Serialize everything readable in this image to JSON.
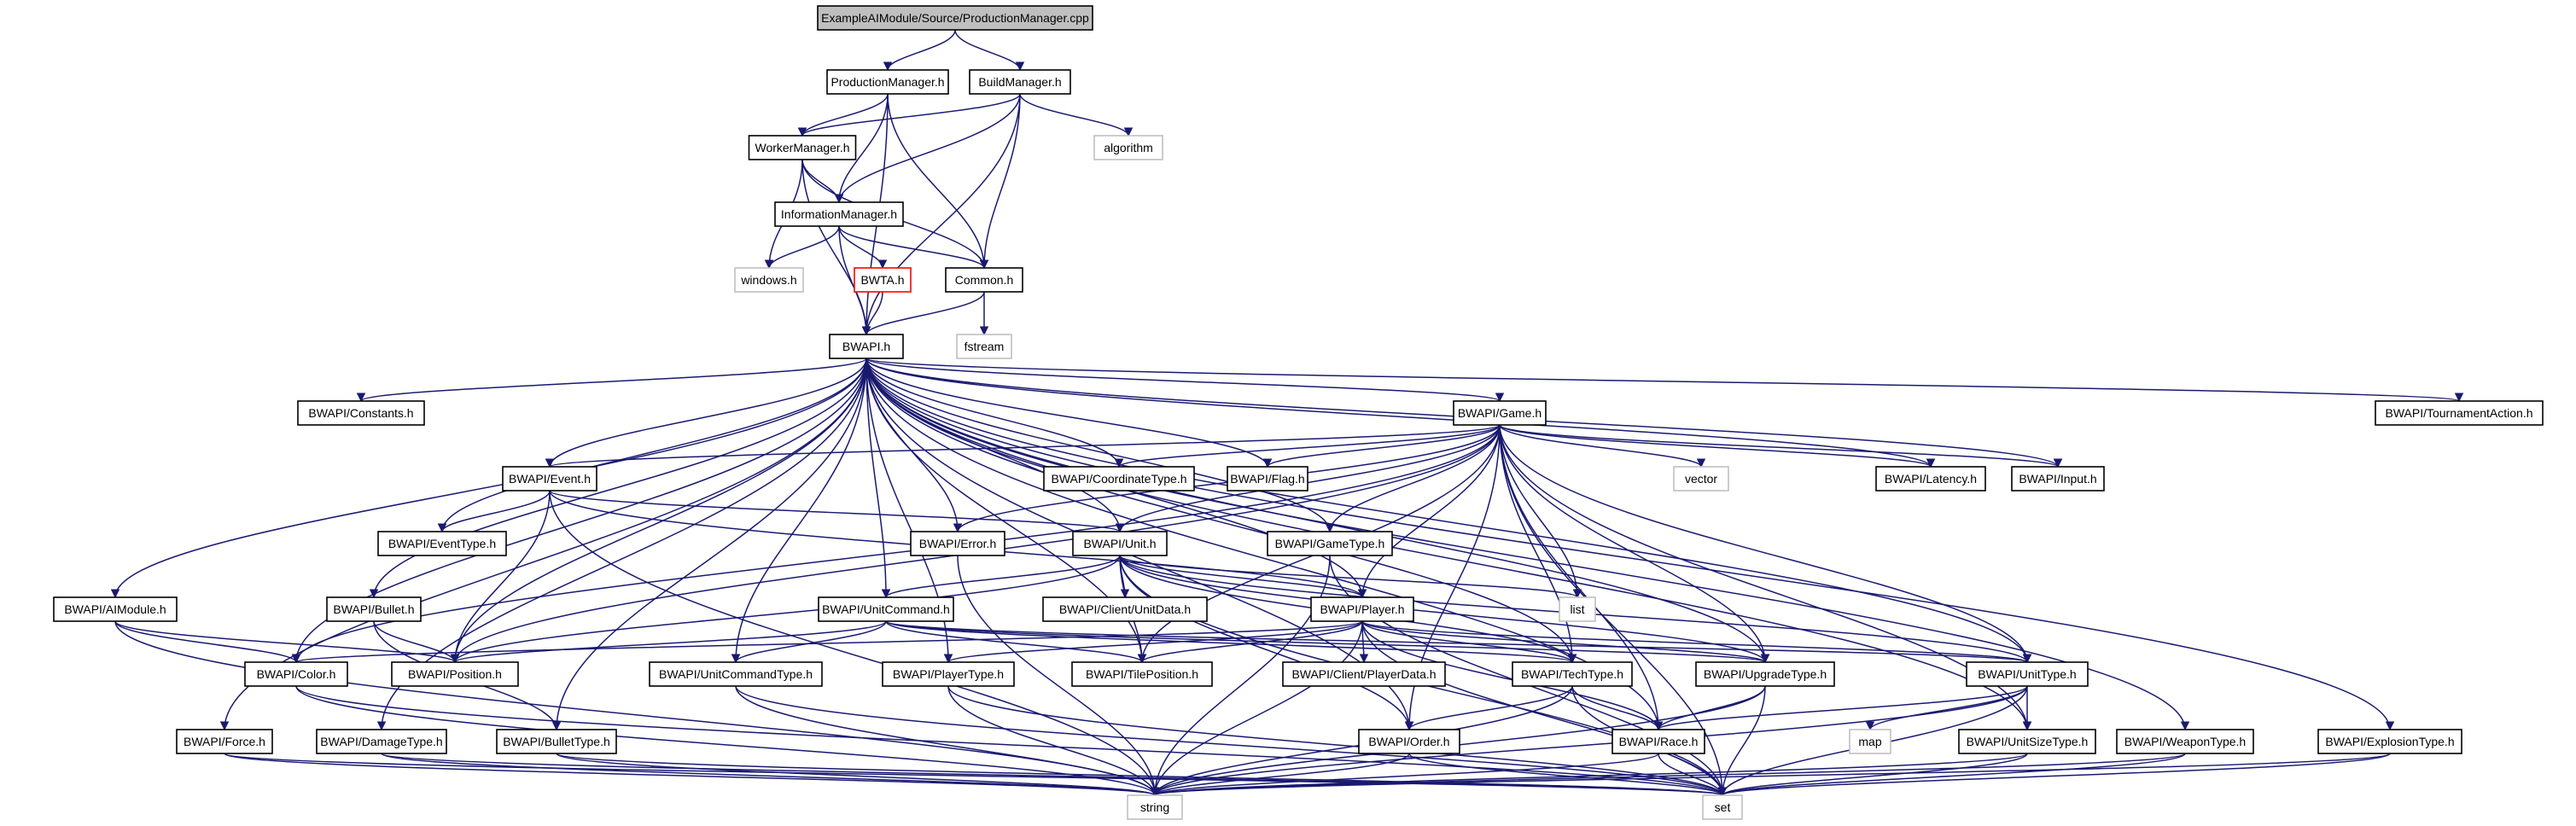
{
  "colors": {
    "edge": "#191970",
    "node_border": "#000000",
    "node_fill": "#ffffff",
    "root_fill": "#bfbfbf",
    "external_border": "#bfbfbf",
    "red_border": "#ff0000",
    "text": "#000000"
  },
  "nodes": [
    {
      "id": "root",
      "label": "ExampleAIModule/Source/ProductionManager.cpp",
      "style": "root"
    },
    {
      "id": "prodmgr",
      "label": "ProductionManager.h",
      "style": "normal"
    },
    {
      "id": "buildmgr",
      "label": "BuildManager.h",
      "style": "normal"
    },
    {
      "id": "workermgr",
      "label": "WorkerManager.h",
      "style": "normal"
    },
    {
      "id": "algorithm",
      "label": "algorithm",
      "style": "external"
    },
    {
      "id": "infomgr",
      "label": "InformationManager.h",
      "style": "normal"
    },
    {
      "id": "windows",
      "label": "windows.h",
      "style": "external"
    },
    {
      "id": "bwta",
      "label": "BWTA.h",
      "style": "red"
    },
    {
      "id": "common",
      "label": "Common.h",
      "style": "normal"
    },
    {
      "id": "fstream",
      "label": "fstream",
      "style": "external"
    },
    {
      "id": "bwapi",
      "label": "BWAPI.h",
      "style": "normal"
    },
    {
      "id": "constants",
      "label": "BWAPI/Constants.h",
      "style": "normal"
    },
    {
      "id": "game",
      "label": "BWAPI/Game.h",
      "style": "normal"
    },
    {
      "id": "tournament",
      "label": "BWAPI/TournamentAction.h",
      "style": "normal"
    },
    {
      "id": "event",
      "label": "BWAPI/Event.h",
      "style": "normal"
    },
    {
      "id": "coordtype",
      "label": "BWAPI/CoordinateType.h",
      "style": "normal"
    },
    {
      "id": "flag",
      "label": "BWAPI/Flag.h",
      "style": "normal"
    },
    {
      "id": "vector",
      "label": "vector",
      "style": "external"
    },
    {
      "id": "latency",
      "label": "BWAPI/Latency.h",
      "style": "normal"
    },
    {
      "id": "input",
      "label": "BWAPI/Input.h",
      "style": "normal"
    },
    {
      "id": "eventtype",
      "label": "BWAPI/EventType.h",
      "style": "normal"
    },
    {
      "id": "error",
      "label": "BWAPI/Error.h",
      "style": "normal"
    },
    {
      "id": "unit",
      "label": "BWAPI/Unit.h",
      "style": "normal"
    },
    {
      "id": "gametype",
      "label": "BWAPI/GameType.h",
      "style": "normal"
    },
    {
      "id": "list",
      "label": "list",
      "style": "external"
    },
    {
      "id": "aimodule",
      "label": "BWAPI/AIModule.h",
      "style": "normal"
    },
    {
      "id": "bullet",
      "label": "BWAPI/Bullet.h",
      "style": "normal"
    },
    {
      "id": "unitcommand",
      "label": "BWAPI/UnitCommand.h",
      "style": "normal"
    },
    {
      "id": "clientunit",
      "label": "BWAPI/Client/UnitData.h",
      "style": "normal"
    },
    {
      "id": "player",
      "label": "BWAPI/Player.h",
      "style": "normal"
    },
    {
      "id": "color",
      "label": "BWAPI/Color.h",
      "style": "normal"
    },
    {
      "id": "position",
      "label": "BWAPI/Position.h",
      "style": "normal"
    },
    {
      "id": "uctype",
      "label": "BWAPI/UnitCommandType.h",
      "style": "normal"
    },
    {
      "id": "playertype",
      "label": "BWAPI/PlayerType.h",
      "style": "normal"
    },
    {
      "id": "tilepos",
      "label": "BWAPI/TilePosition.h",
      "style": "normal"
    },
    {
      "id": "clientplayer",
      "label": "BWAPI/Client/PlayerData.h",
      "style": "normal"
    },
    {
      "id": "techtype",
      "label": "BWAPI/TechType.h",
      "style": "normal"
    },
    {
      "id": "upgradetype",
      "label": "BWAPI/UpgradeType.h",
      "style": "normal"
    },
    {
      "id": "unittype",
      "label": "BWAPI/UnitType.h",
      "style": "normal"
    },
    {
      "id": "force",
      "label": "BWAPI/Force.h",
      "style": "normal"
    },
    {
      "id": "damagetype",
      "label": "BWAPI/DamageType.h",
      "style": "normal"
    },
    {
      "id": "bullettype",
      "label": "BWAPI/BulletType.h",
      "style": "normal"
    },
    {
      "id": "order",
      "label": "BWAPI/Order.h",
      "style": "normal"
    },
    {
      "id": "race",
      "label": "BWAPI/Race.h",
      "style": "normal"
    },
    {
      "id": "map",
      "label": "map",
      "style": "external"
    },
    {
      "id": "unitsize",
      "label": "BWAPI/UnitSizeType.h",
      "style": "normal"
    },
    {
      "id": "weapontype",
      "label": "BWAPI/WeaponType.h",
      "style": "normal"
    },
    {
      "id": "explosion",
      "label": "BWAPI/ExplosionType.h",
      "style": "normal"
    },
    {
      "id": "string",
      "label": "string",
      "style": "external"
    },
    {
      "id": "set",
      "label": "set",
      "style": "external"
    }
  ],
  "edges": [
    [
      "root",
      "prodmgr"
    ],
    [
      "root",
      "buildmgr"
    ],
    [
      "prodmgr",
      "workermgr"
    ],
    [
      "prodmgr",
      "infomgr"
    ],
    [
      "prodmgr",
      "common"
    ],
    [
      "prodmgr",
      "bwapi"
    ],
    [
      "buildmgr",
      "workermgr"
    ],
    [
      "buildmgr",
      "infomgr"
    ],
    [
      "buildmgr",
      "common"
    ],
    [
      "buildmgr",
      "algorithm"
    ],
    [
      "buildmgr",
      "bwapi"
    ],
    [
      "workermgr",
      "infomgr"
    ],
    [
      "workermgr",
      "common"
    ],
    [
      "workermgr",
      "windows"
    ],
    [
      "workermgr",
      "bwapi"
    ],
    [
      "infomgr",
      "common"
    ],
    [
      "infomgr",
      "windows"
    ],
    [
      "infomgr",
      "bwta"
    ],
    [
      "infomgr",
      "bwapi"
    ],
    [
      "bwta",
      "bwapi"
    ],
    [
      "common",
      "bwapi"
    ],
    [
      "common",
      "fstream"
    ],
    [
      "bwapi",
      "constants"
    ],
    [
      "bwapi",
      "game"
    ],
    [
      "bwapi",
      "tournament"
    ],
    [
      "bwapi",
      "event"
    ],
    [
      "bwapi",
      "coordtype"
    ],
    [
      "bwapi",
      "flag"
    ],
    [
      "bwapi",
      "latency"
    ],
    [
      "bwapi",
      "input"
    ],
    [
      "bwapi",
      "eventtype"
    ],
    [
      "bwapi",
      "error"
    ],
    [
      "bwapi",
      "unit"
    ],
    [
      "bwapi",
      "gametype"
    ],
    [
      "bwapi",
      "aimodule"
    ],
    [
      "bwapi",
      "bullet"
    ],
    [
      "bwapi",
      "unitcommand"
    ],
    [
      "bwapi",
      "player"
    ],
    [
      "bwapi",
      "color"
    ],
    [
      "bwapi",
      "position"
    ],
    [
      "bwapi",
      "uctype"
    ],
    [
      "bwapi",
      "playertype"
    ],
    [
      "bwapi",
      "tilepos"
    ],
    [
      "bwapi",
      "techtype"
    ],
    [
      "bwapi",
      "upgradetype"
    ],
    [
      "bwapi",
      "unittype"
    ],
    [
      "bwapi",
      "force"
    ],
    [
      "bwapi",
      "damagetype"
    ],
    [
      "bwapi",
      "bullettype"
    ],
    [
      "bwapi",
      "order"
    ],
    [
      "bwapi",
      "race"
    ],
    [
      "bwapi",
      "unitsize"
    ],
    [
      "bwapi",
      "weapontype"
    ],
    [
      "bwapi",
      "explosion"
    ],
    [
      "game",
      "event"
    ],
    [
      "game",
      "coordtype"
    ],
    [
      "game",
      "flag"
    ],
    [
      "game",
      "vector"
    ],
    [
      "game",
      "latency"
    ],
    [
      "game",
      "input"
    ],
    [
      "game",
      "error"
    ],
    [
      "game",
      "unit"
    ],
    [
      "game",
      "gametype"
    ],
    [
      "game",
      "list"
    ],
    [
      "game",
      "player"
    ],
    [
      "game",
      "color"
    ],
    [
      "game",
      "position"
    ],
    [
      "game",
      "tilepos"
    ],
    [
      "game",
      "techtype"
    ],
    [
      "game",
      "upgradetype"
    ],
    [
      "game",
      "unittype"
    ],
    [
      "game",
      "order"
    ],
    [
      "game",
      "race"
    ],
    [
      "game",
      "unitsize"
    ],
    [
      "game",
      "set"
    ],
    [
      "event",
      "eventtype"
    ],
    [
      "event",
      "unit"
    ],
    [
      "event",
      "player"
    ],
    [
      "event",
      "position"
    ],
    [
      "event",
      "string"
    ],
    [
      "unit",
      "list"
    ],
    [
      "unit",
      "unitcommand"
    ],
    [
      "unit",
      "clientunit"
    ],
    [
      "unit",
      "player"
    ],
    [
      "unit",
      "position"
    ],
    [
      "unit",
      "tilepos"
    ],
    [
      "unit",
      "order"
    ],
    [
      "unit",
      "techtype"
    ],
    [
      "unit",
      "upgradetype"
    ],
    [
      "unit",
      "unittype"
    ],
    [
      "unit",
      "set"
    ],
    [
      "error",
      "string"
    ],
    [
      "gametype",
      "string"
    ],
    [
      "gametype",
      "set"
    ],
    [
      "aimodule",
      "color"
    ],
    [
      "aimodule",
      "position"
    ],
    [
      "aimodule",
      "string"
    ],
    [
      "bullet",
      "position"
    ],
    [
      "bullet",
      "bullettype"
    ],
    [
      "unitcommand",
      "position"
    ],
    [
      "unitcommand",
      "tilepos"
    ],
    [
      "unitcommand",
      "uctype"
    ],
    [
      "unitcommand",
      "techtype"
    ],
    [
      "unitcommand",
      "upgradetype"
    ],
    [
      "unitcommand",
      "unittype"
    ],
    [
      "player",
      "color"
    ],
    [
      "player",
      "playertype"
    ],
    [
      "player",
      "tilepos"
    ],
    [
      "player",
      "clientplayer"
    ],
    [
      "player",
      "techtype"
    ],
    [
      "player",
      "upgradetype"
    ],
    [
      "player",
      "unittype"
    ],
    [
      "player",
      "race"
    ],
    [
      "player",
      "string"
    ],
    [
      "player",
      "set"
    ],
    [
      "color",
      "string"
    ],
    [
      "color",
      "set"
    ],
    [
      "uctype",
      "string"
    ],
    [
      "uctype",
      "set"
    ],
    [
      "playertype",
      "string"
    ],
    [
      "playertype",
      "set"
    ],
    [
      "techtype",
      "order"
    ],
    [
      "techtype",
      "race"
    ],
    [
      "techtype",
      "string"
    ],
    [
      "techtype",
      "set"
    ],
    [
      "upgradetype",
      "race"
    ],
    [
      "upgradetype",
      "string"
    ],
    [
      "upgradetype",
      "set"
    ],
    [
      "unittype",
      "race"
    ],
    [
      "unittype",
      "unitsize"
    ],
    [
      "unittype",
      "map"
    ],
    [
      "unittype",
      "string"
    ],
    [
      "unittype",
      "set"
    ],
    [
      "force",
      "string"
    ],
    [
      "force",
      "set"
    ],
    [
      "damagetype",
      "string"
    ],
    [
      "damagetype",
      "set"
    ],
    [
      "bullettype",
      "string"
    ],
    [
      "bullettype",
      "set"
    ],
    [
      "order",
      "string"
    ],
    [
      "order",
      "set"
    ],
    [
      "race",
      "string"
    ],
    [
      "race",
      "set"
    ],
    [
      "unitsize",
      "string"
    ],
    [
      "unitsize",
      "set"
    ],
    [
      "weapontype",
      "string"
    ],
    [
      "weapontype",
      "set"
    ],
    [
      "explosion",
      "string"
    ],
    [
      "explosion",
      "set"
    ]
  ]
}
